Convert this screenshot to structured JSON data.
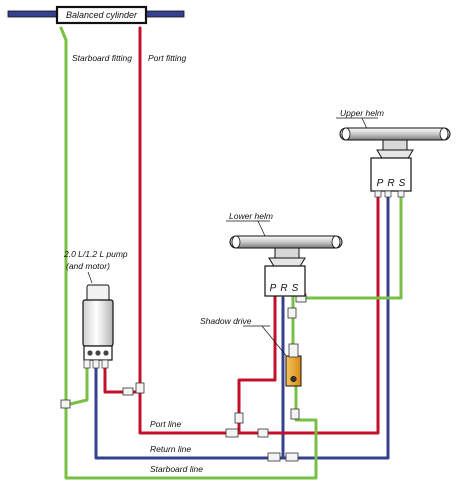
{
  "labels": {
    "balanced_cylinder": "Balanced cylinder",
    "starboard_fitting": "Starboard fitting",
    "port_fitting": "Port fitting",
    "upper_helm": "Upper helm",
    "lower_helm": "Lower helm",
    "pump_line1": "2.0 L/1.2 L pump",
    "pump_line2": "(and motor)",
    "shadow_drive": "Shadow drive",
    "port_line": "Port line",
    "return_line": "Return line",
    "starboard_line": "Starboard line",
    "helm_p": "P",
    "helm_r": "R",
    "helm_s": "S"
  },
  "colors": {
    "port_line": "#c2102a",
    "return_line": "#35408f",
    "starboard_line": "#78c043",
    "shadow_drive": "#e9a32a",
    "outline": "#111111",
    "component_fill": "#eeeeee"
  }
}
